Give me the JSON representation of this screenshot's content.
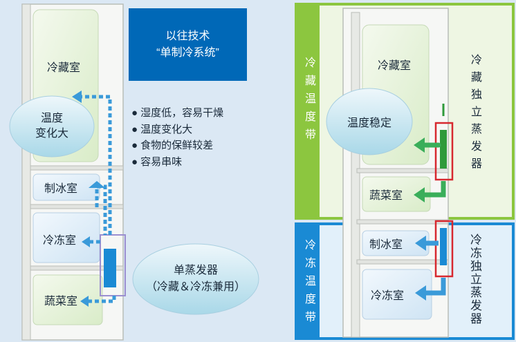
{
  "left": {
    "title_line1": "以往技术",
    "title_line2": "“单制冷系统”",
    "fridge_compartment": "冷藏室",
    "ice_compartment": "制冰室",
    "freezer_compartment": "冷冻室",
    "vegetable_compartment": "蔬菜室",
    "bubble_line1": "温度",
    "bubble_line2": "变化大",
    "bullets": [
      "湿度低，容易干燥",
      "温度变化大",
      "食物的保鲜较差",
      "容易串味"
    ],
    "evaporator_line1": "单蒸发器",
    "evaporator_line2": "（冷藏＆冷冻兼用）"
  },
  "right": {
    "fridge_band": "冷藏温度带",
    "freezer_band": "冷冻温度带",
    "fridge_compartment": "冷藏室",
    "vegetable_compartment": "蔬菜室",
    "ice_compartment": "制冰室",
    "freezer_compartment": "冷冻室",
    "bubble": "温度稳定",
    "fridge_evaporator": "冷藏独立蒸发器",
    "freezer_evaporator": "冷冻独立蒸发器"
  },
  "colors": {
    "title_bg": "#0068b7",
    "green_band": "#8cc63f",
    "blue_band": "#1a8ad4",
    "arrow_blue": "#3a9ad9",
    "arrow_green": "#3aae5a",
    "evaporator_box_purple": "#9b8fd0",
    "evaporator_box_red": "#d7282f"
  }
}
